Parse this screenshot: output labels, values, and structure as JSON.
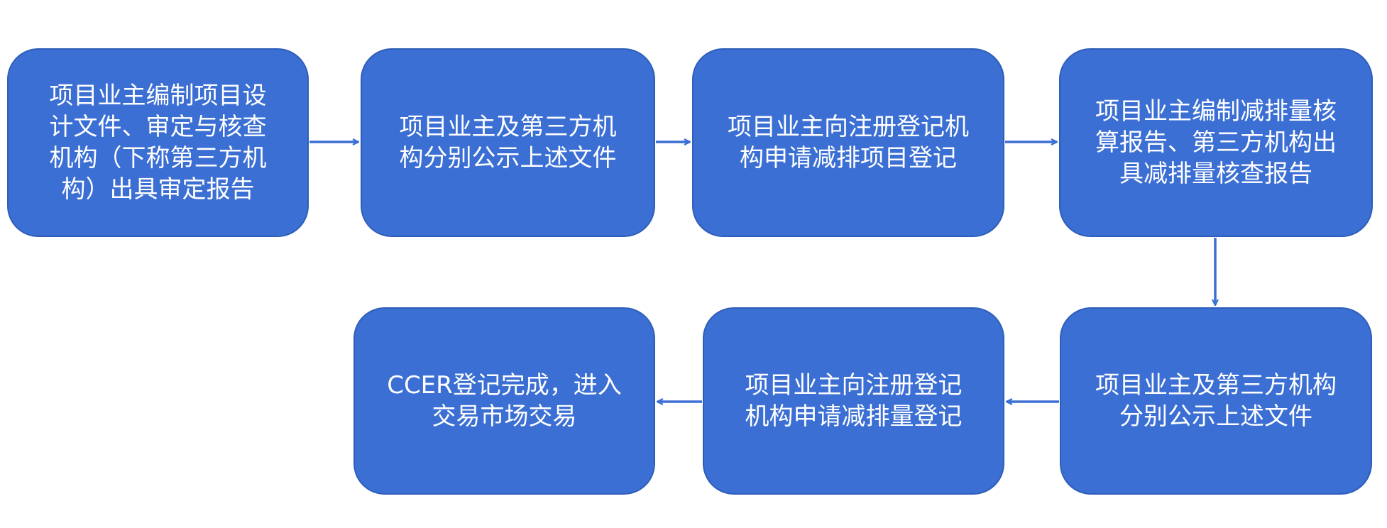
{
  "diagram": {
    "steps": [
      "项目业主编制项目设\n计文件、审定与核查\n机构（下称第三方机\n构）出具审定报告",
      "项目业主及第三方机\n构分别公示上述文件",
      "项目业主向注册登记机\n构申请减排项目登记",
      "项目业主编制减排量核\n算报告、第三方机构出\n具减排量核查报告",
      "项目业主及第三方机构\n分别公示上述文件",
      "项目业主向注册登记\n机构申请减排量登记",
      "CCER登记完成，进入\n交易市场交易"
    ],
    "colors": {
      "box_fill": "#3b6fd4",
      "box_border": "#2f5eb8",
      "arrow": "#3b6fd4",
      "text": "#ffffff"
    }
  }
}
